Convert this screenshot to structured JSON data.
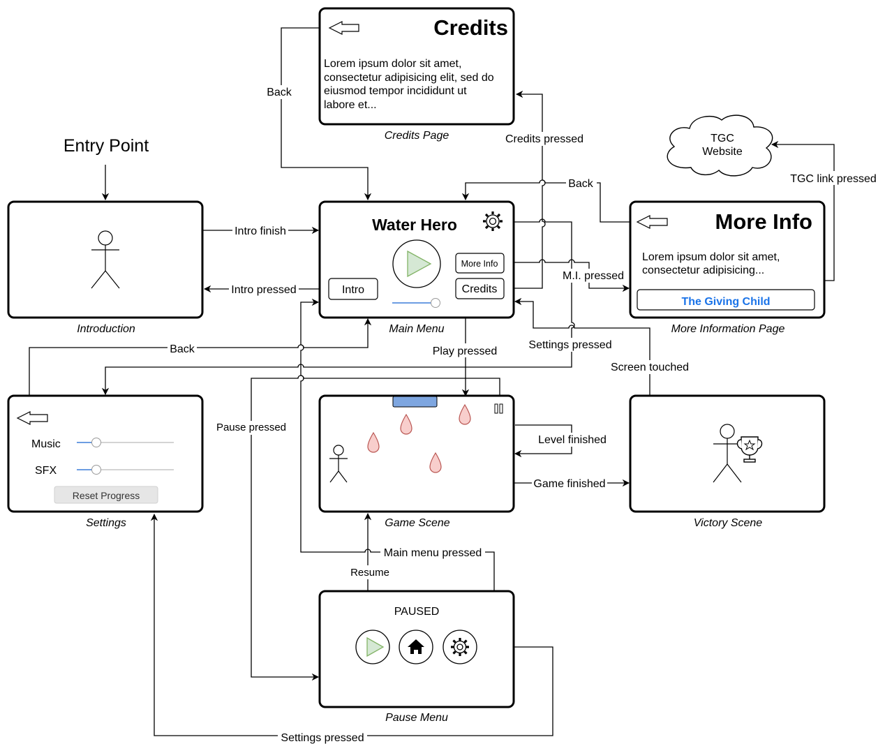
{
  "entry_point": "Entry Point",
  "screens": {
    "credits": {
      "title": "Credits",
      "body": [
        "Lorem ipsum dolor sit amet,",
        "consectetur adipisicing elit, sed do",
        "eiusmod tempor incididunt ut",
        "labore et..."
      ],
      "caption": "Credits Page"
    },
    "introduction": {
      "caption": "Introduction"
    },
    "main_menu": {
      "title": "Water Hero",
      "more_info_button": "More Info",
      "credits_button": "Credits",
      "intro_button": "Intro",
      "caption": "Main Menu"
    },
    "more_info": {
      "title": "More Info",
      "body": [
        "Lorem ipsum dolor sit amet,",
        "consectetur adipisicing..."
      ],
      "link": "The Giving Child",
      "caption": "More Information Page"
    },
    "settings": {
      "music_label": "Music",
      "sfx_label": "SFX",
      "reset_button": "Reset Progress",
      "caption": "Settings"
    },
    "game": {
      "caption": "Game Scene"
    },
    "victory": {
      "caption": "Victory Scene"
    },
    "pause": {
      "title": "PAUSED",
      "caption": "Pause Menu"
    }
  },
  "cloud": {
    "line1": "TGC",
    "line2": "Website"
  },
  "transitions": {
    "back_credits": "Back",
    "credits_pressed": "Credits pressed",
    "back_more_info": "Back",
    "tgc_link": "TGC link pressed",
    "intro_finish": "Intro finish",
    "intro_pressed": "Intro pressed",
    "mi_pressed": "M.I. pressed",
    "back_settings": "Back",
    "play_pressed": "Play pressed",
    "settings_pressed_main": "Settings pressed",
    "screen_touched": "Screen touched",
    "pause_pressed": "Pause pressed",
    "level_finished": "Level finished",
    "game_finished": "Game finished",
    "main_menu_pressed": "Main menu pressed",
    "resume": "Resume",
    "settings_pressed_pause": "Settings pressed"
  },
  "colors": {
    "accent_blue": "#1a73e8",
    "play_green": "#d5e8d4",
    "play_green_stroke": "#82b366",
    "drop_red": "#f8cecc",
    "drop_stroke": "#b85450",
    "platform_blue": "#7ea6e0",
    "slider_blue": "#3b7dd8"
  }
}
